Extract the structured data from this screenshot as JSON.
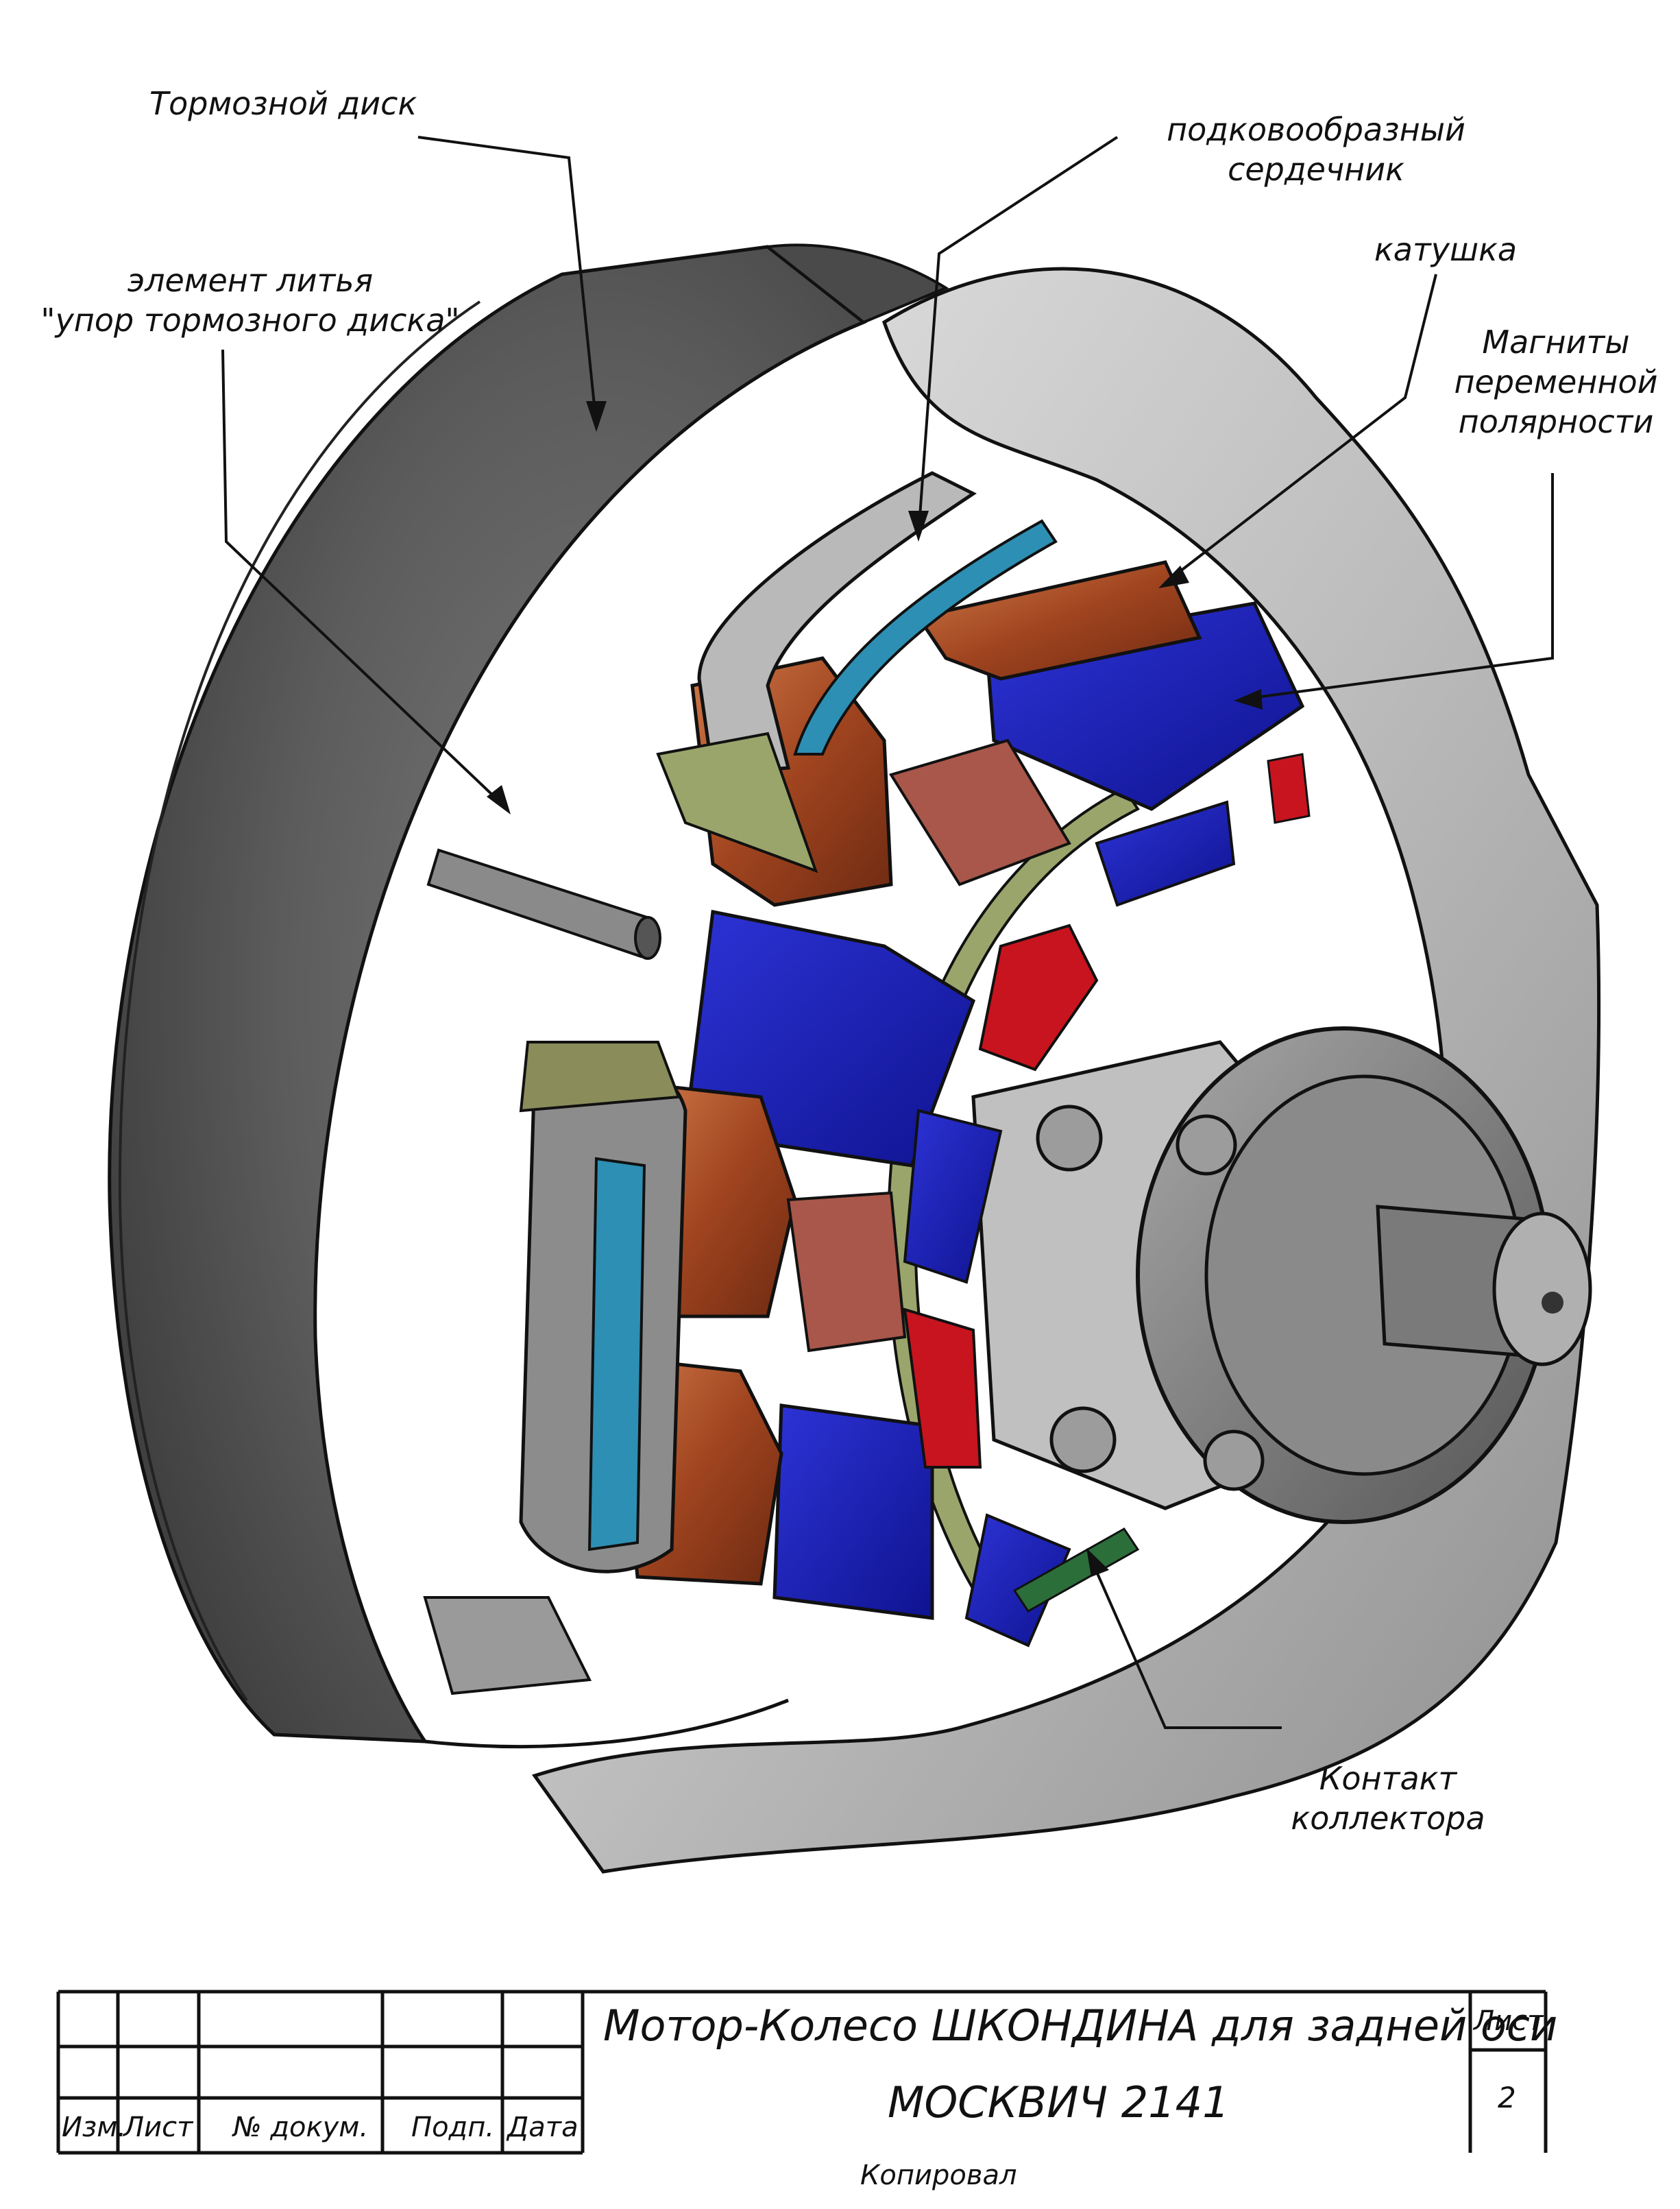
{
  "callouts": {
    "brake_disc": "Тормозной диск",
    "casting_line1": "элемент литья",
    "casting_line2": "\"упор тормозного диска\"",
    "core_line1": "подковообразный",
    "core_line2": "сердечник",
    "coil": "катушка",
    "magnets_line1": "Магниты",
    "magnets_line2": "переменной",
    "magnets_line3": "полярности",
    "contact_line1": "Контакт",
    "contact_line2": "коллектора"
  },
  "title_block": {
    "title_line1": "Мотор-Колесо ШКОНДИНА для задней оси",
    "title_line2": "МОСКВИЧ 2141",
    "sheet_label": "Лист",
    "sheet_number": "2",
    "copied": "Копировал",
    "col_izm": "Изм.",
    "col_list": "Лист",
    "col_doc": "№ докум.",
    "col_sign": "Подп.",
    "col_date": "Дата"
  },
  "colors": {
    "magnet_blue": "#1a1fb8",
    "magnet_red": "#c8141e",
    "coil_copper": "#a8502c",
    "core_teal": "#2d8fb3",
    "core_olive": "#9aa56b",
    "disc_grey": "#5a5a5a",
    "housing_light": "#c9c9c9"
  }
}
